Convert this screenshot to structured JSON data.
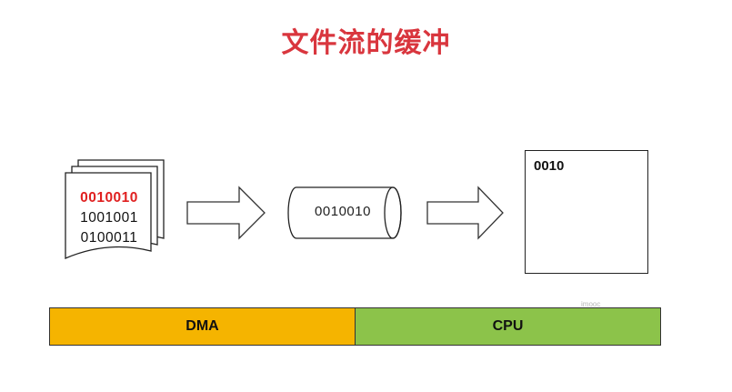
{
  "title": "文件流的缓冲",
  "document": {
    "lines": [
      "0010010",
      "1001001",
      "0100011"
    ],
    "highlight_color": "#e02020"
  },
  "stream": {
    "text": "0010010"
  },
  "cpu_buffer": {
    "text": "0010"
  },
  "watermark": "imooc",
  "bars": {
    "dma": {
      "label": "DMA",
      "color": "#f5b400"
    },
    "cpu": {
      "label": "CPU",
      "color": "#8cc34a"
    }
  },
  "colors": {
    "title": "#d9363e"
  }
}
